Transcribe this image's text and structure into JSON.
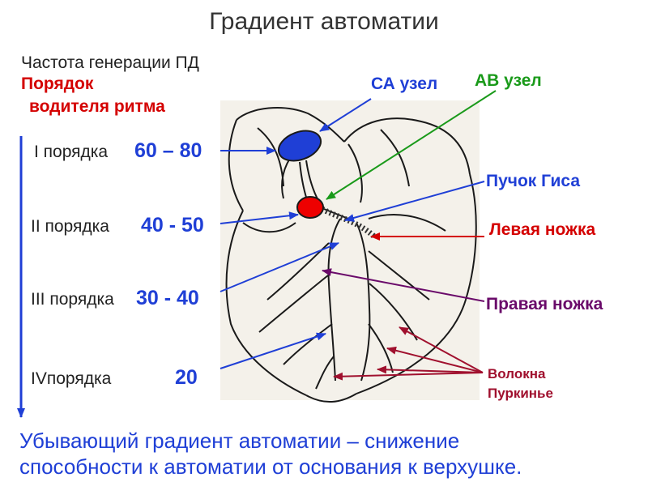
{
  "title": "Градиент автоматии",
  "subtitle": "Частота генерации ПД",
  "pacemaker_heading": {
    "line1": "Порядок",
    "line2": "водителя ритма"
  },
  "orders": [
    {
      "label": "I порядка",
      "freq": "60 – 80"
    },
    {
      "label": "II порядка",
      "freq": "40 - 50"
    },
    {
      "label": "III порядка",
      "freq": "30 - 40"
    },
    {
      "label": "IVпорядка",
      "freq": "20"
    }
  ],
  "structures": {
    "sa_node": "СА узел",
    "av_node": "АВ узел",
    "his_bundle": "Пучок Гиса",
    "left_branch": "Левая ножка",
    "right_branch": "Правая ножка",
    "purkinje_line1": "Волокна",
    "purkinje_line2": "Пуркинье"
  },
  "bottom_text": {
    "line1": "Убывающий градиент автоматии – снижение",
    "line2": "способности к автоматии от основания к верхушке."
  },
  "colors": {
    "blue": "#1f3fd6",
    "green": "#1a9a1a",
    "red": "#d40000",
    "dark_red": "#a0102e",
    "purple": "#6a0a6a",
    "sa_node_fill": "#1f3fd6",
    "av_node_fill": "#ee0000"
  }
}
